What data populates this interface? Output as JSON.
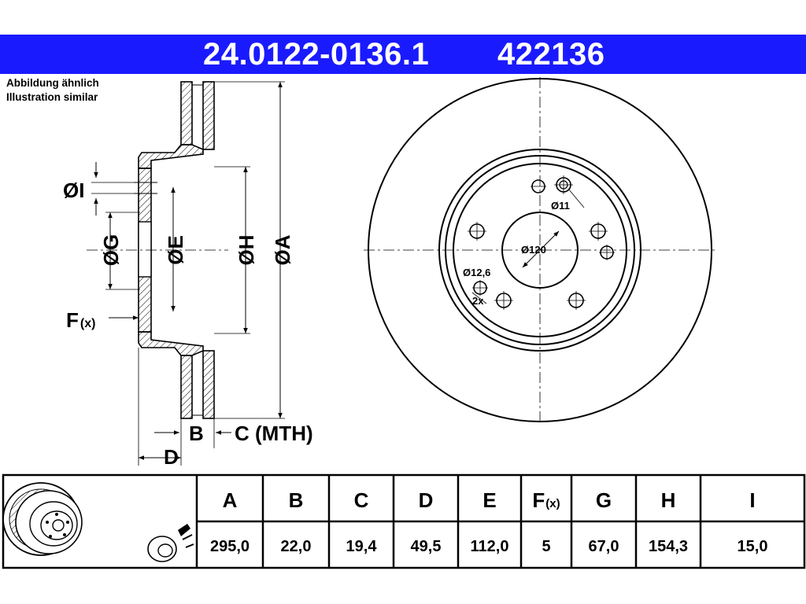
{
  "header": {
    "part_number": "24.0122-0136.1",
    "ref_number": "422136",
    "background": "#1a1aff"
  },
  "note": {
    "line1": "Abbildung ähnlich",
    "line2": "Illustration similar"
  },
  "side_view": {
    "labels": {
      "I": "ØI",
      "G": "ØG",
      "E": "ØE",
      "H": "ØH",
      "A": "ØA",
      "F": "F",
      "F_sub": "(x)",
      "B": "B",
      "C": "C (MTH)",
      "D": "D"
    }
  },
  "front_view": {
    "labels": {
      "d11": "Ø11",
      "d120": "Ø120",
      "d126": "Ø12,6",
      "x2": "2x"
    }
  },
  "table": {
    "headers": [
      "A",
      "B",
      "C",
      "D",
      "E",
      "F",
      "G",
      "H",
      "I"
    ],
    "f_sub": "(x)",
    "values": [
      "295,0",
      "22,0",
      "19,4",
      "49,5",
      "112,0",
      "5",
      "67,0",
      "154,3",
      "15,0"
    ]
  }
}
